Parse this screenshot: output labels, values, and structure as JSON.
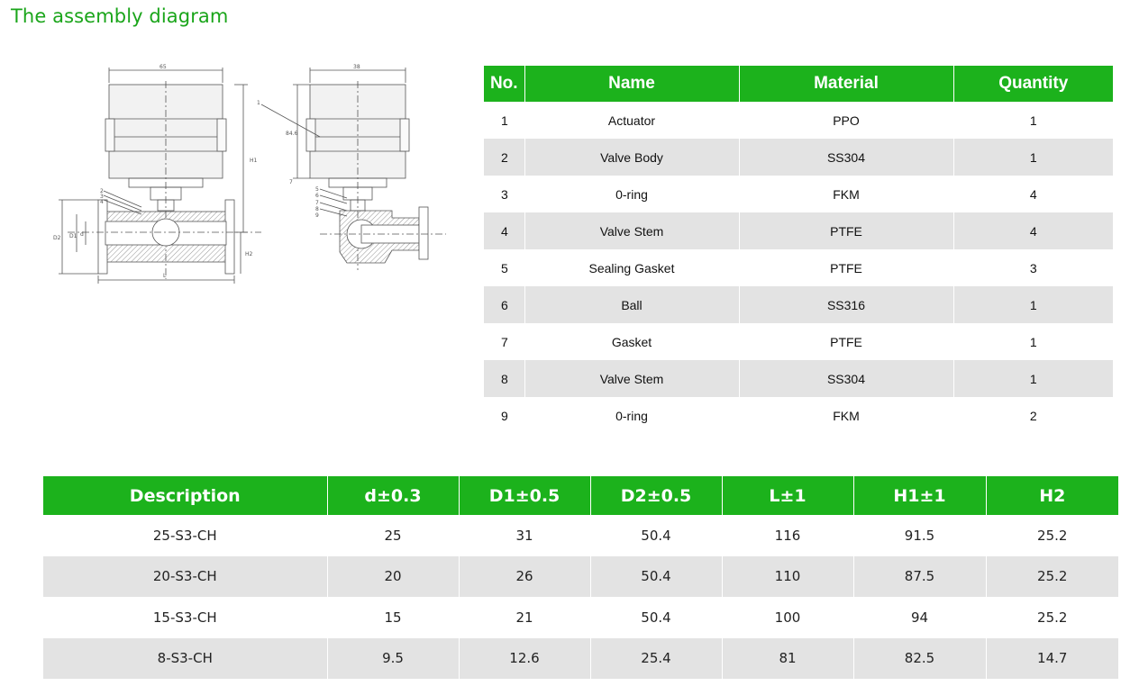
{
  "title": "The assembly diagram",
  "diagram": {
    "front_dims": [
      "65",
      "H1",
      "D2",
      "D1",
      "d",
      "H2",
      "L"
    ],
    "side_dims": [
      "38",
      "84.6",
      "7"
    ],
    "callout_numbers": [
      "1",
      "2",
      "3",
      "4",
      "5",
      "6",
      "7",
      "8",
      "9"
    ]
  },
  "parts_table": {
    "headers": [
      "No.",
      "Name",
      "Material",
      "Quantity"
    ],
    "rows": [
      [
        "1",
        "Actuator",
        "PPO",
        "1"
      ],
      [
        "2",
        "Valve Body",
        "SS304",
        "1"
      ],
      [
        "3",
        "0-ring",
        "FKM",
        "4"
      ],
      [
        "4",
        "Valve Stem",
        "PTFE",
        "4"
      ],
      [
        "5",
        "Sealing Gasket",
        "PTFE",
        "3"
      ],
      [
        "6",
        "Ball",
        "SS316",
        "1"
      ],
      [
        "7",
        "Gasket",
        "PTFE",
        "1"
      ],
      [
        "8",
        "Valve Stem",
        "SS304",
        "1"
      ],
      [
        "9",
        "0-ring",
        "FKM",
        "2"
      ]
    ]
  },
  "spec_table": {
    "headers": [
      "Description",
      "d±0.3",
      "D1±0.5",
      "D2±0.5",
      "L±1",
      "H1±1",
      "H2"
    ],
    "rows": [
      [
        "25-S3-CH",
        "25",
        "31",
        "50.4",
        "116",
        "91.5",
        "25.2"
      ],
      [
        "20-S3-CH",
        "20",
        "26",
        "50.4",
        "110",
        "87.5",
        "25.2"
      ],
      [
        "15-S3-CH",
        "15",
        "21",
        "50.4",
        "100",
        "94",
        "25.2"
      ],
      [
        "8-S3-CH",
        "9.5",
        "12.6",
        "25.4",
        "81",
        "82.5",
        "14.7"
      ]
    ]
  },
  "colors": {
    "accent": "#1cb21c",
    "title": "#1aa51a",
    "stripe": "#e3e3e3"
  }
}
